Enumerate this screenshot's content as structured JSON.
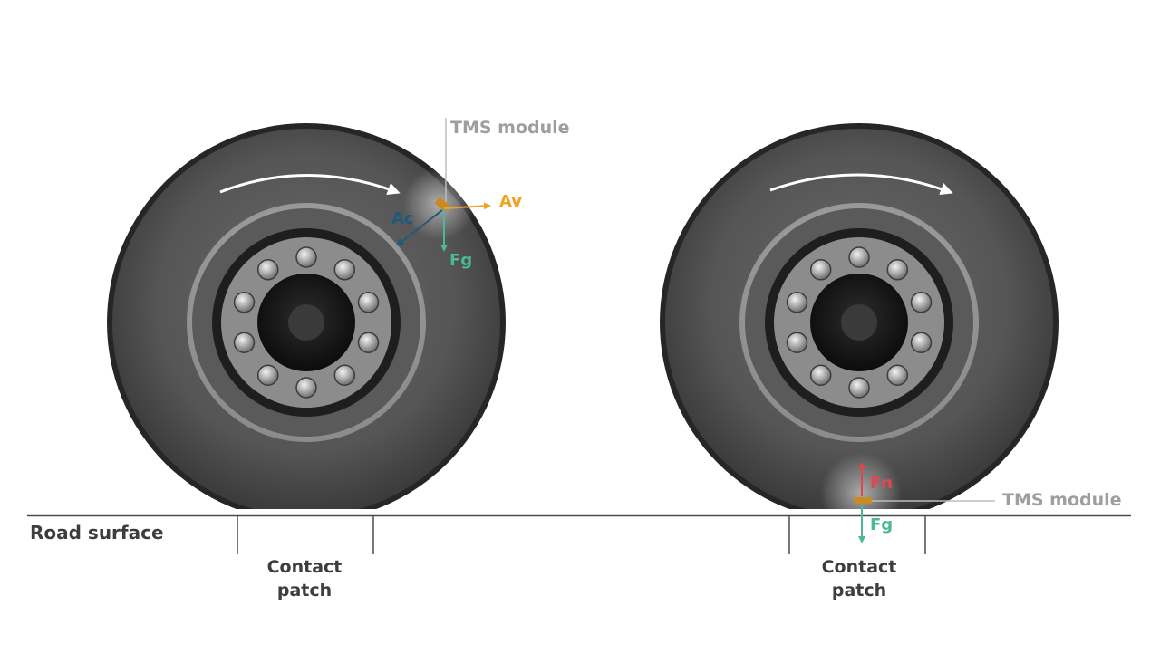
{
  "labels": {
    "tms_module_left": "TMS module",
    "tms_module_right": "TMS module",
    "road_surface": "Road surface",
    "contact_patch_left": [
      "Contact",
      "patch"
    ],
    "contact_patch_right": [
      "Contact",
      "patch"
    ]
  },
  "forces": {
    "left": [
      {
        "name": "Av",
        "color": "#f0a220"
      },
      {
        "name": "Ac",
        "color": "#1f5a7a"
      },
      {
        "name": "Fg",
        "color": "#4cb89a"
      }
    ],
    "right": [
      {
        "name": "Fn",
        "color": "#e0474c"
      },
      {
        "name": "Fg",
        "color": "#4cb89a"
      }
    ]
  },
  "colors": {
    "tire": "#4a4a4a",
    "rim": "#9a9a9a",
    "road_line": "#4a4a4a",
    "module": "#c98a20"
  }
}
